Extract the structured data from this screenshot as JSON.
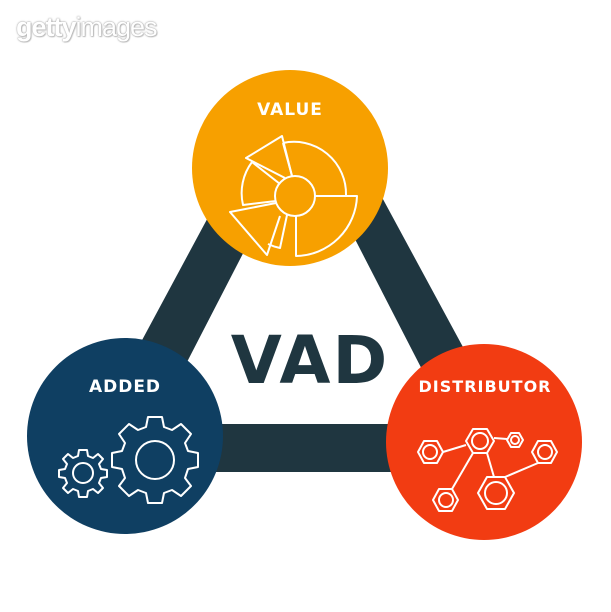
{
  "watermark": {
    "part1": "getty",
    "part2": "images"
  },
  "center": {
    "title": "VAD"
  },
  "nodes": [
    {
      "id": "value",
      "label": "VALUE",
      "icon": "pie-segments-icon",
      "color": "#f7a000"
    },
    {
      "id": "added",
      "label": "ADDED",
      "icon": "gears-icon",
      "color": "#0f3f62"
    },
    {
      "id": "distributor",
      "label": "DISTRIBUTOR",
      "icon": "molecule-network-icon",
      "color": "#f23c12"
    }
  ],
  "colors": {
    "triangle": "#1f3640",
    "background": "#ffffff",
    "icon_stroke": "#ffffff"
  }
}
